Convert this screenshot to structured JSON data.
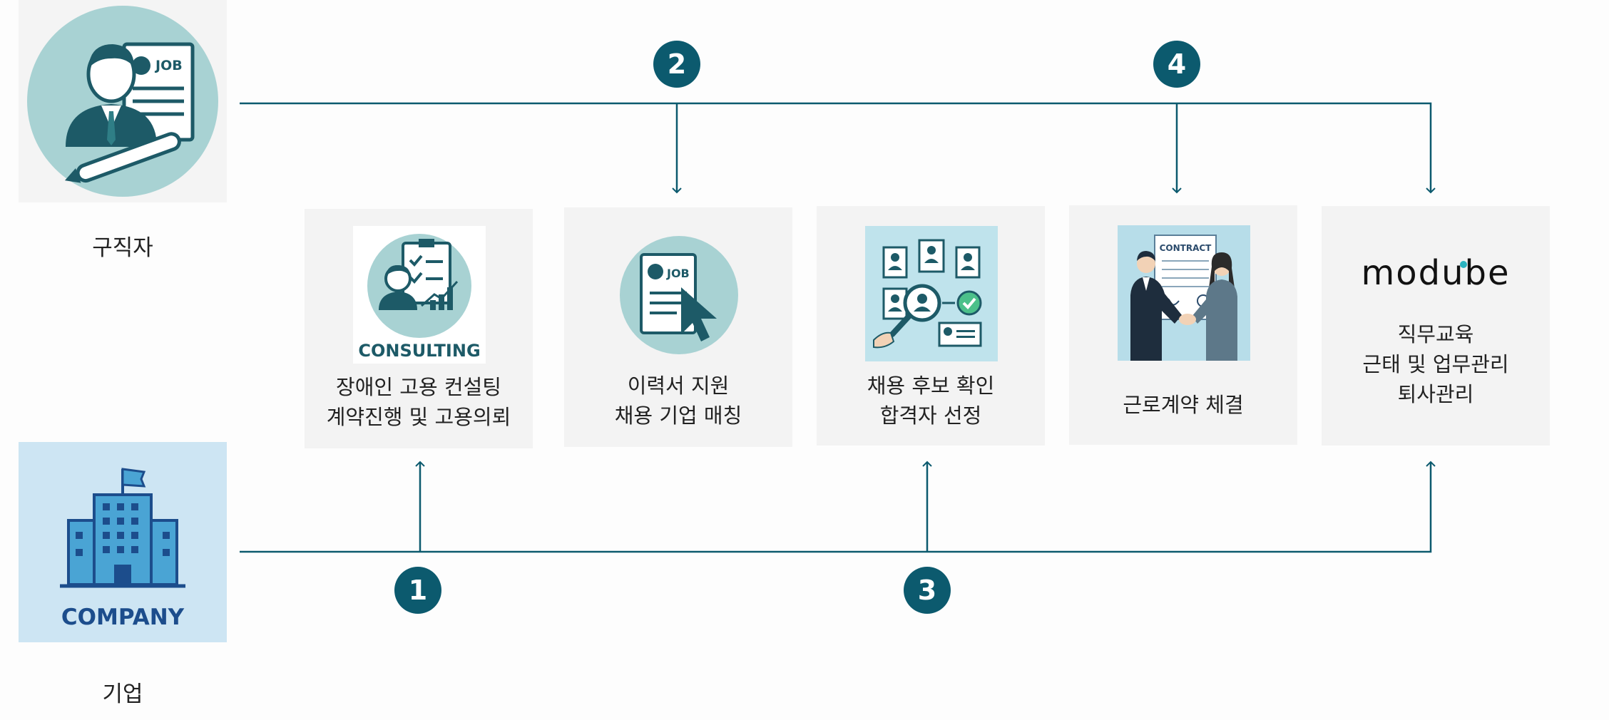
{
  "job_seeker": {
    "label": "구직자",
    "card_text": "JOB"
  },
  "company": {
    "label": "기업",
    "logo_text": "COMPANY"
  },
  "steps": [
    {
      "number": "1"
    },
    {
      "number": "2"
    },
    {
      "number": "3"
    },
    {
      "number": "4"
    }
  ],
  "cards": [
    {
      "icon": "consulting-icon",
      "icon_text": "CONSULTING",
      "lines": [
        "장애인 고용 컨설팅",
        "계약진행 및 고용의뢰"
      ]
    },
    {
      "icon": "resume-click-icon",
      "icon_text": "JOB",
      "lines": [
        "이력서 지원",
        "채용 기업 매칭"
      ]
    },
    {
      "icon": "candidate-search-icon",
      "lines": [
        "채용 후보 확인",
        "합격자 선정"
      ]
    },
    {
      "icon": "contract-handshake-icon",
      "icon_text": "CONTRACT",
      "lines": [
        "근로계약 체결"
      ]
    },
    {
      "icon": "modube-logo",
      "logo_text": "modube",
      "lines": [
        "직무교육",
        "근태 및 업무관리",
        "퇴사관리"
      ]
    }
  ],
  "colors": {
    "accent": "#0c5a6e",
    "card_bg": "#f3f3f3",
    "icon_circle": "#a8d2d3",
    "company_bg": "#cde5f3",
    "company_text": "#1c4d8c"
  }
}
